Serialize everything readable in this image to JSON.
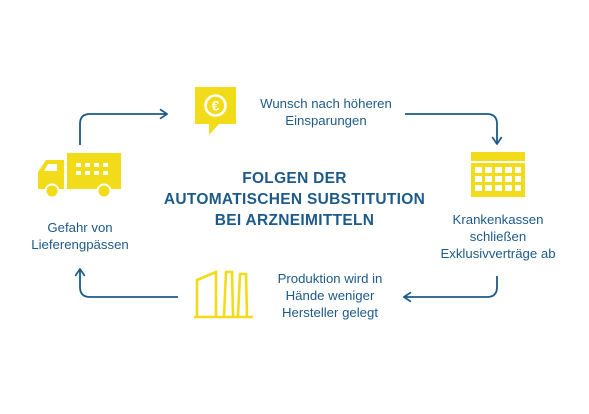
{
  "title": {
    "lines": [
      "FOLGEN DER",
      "AUTOMATISCHEN SUBSTITUTION",
      "BEI ARZNEIMITTELN"
    ]
  },
  "steps": [
    {
      "icon": "euro-speech-bubble-icon",
      "lines": [
        "Wunsch nach höheren",
        "Einsparungen"
      ]
    },
    {
      "icon": "building-icon",
      "lines": [
        "Krankenkassen",
        "schließen",
        "Exklusivverträge ab"
      ]
    },
    {
      "icon": "factory-icon",
      "lines": [
        "Produktion wird in",
        "Hände weniger",
        "Hersteller gelegt"
      ]
    },
    {
      "icon": "truck-icon",
      "lines": [
        "Gefahr von",
        "Lieferengpässen"
      ]
    }
  ],
  "colors": {
    "text": "#1d5a8a",
    "icon_fill": "#f2dc19",
    "arrow": "#1d5a8a",
    "background": "#ffffff"
  }
}
